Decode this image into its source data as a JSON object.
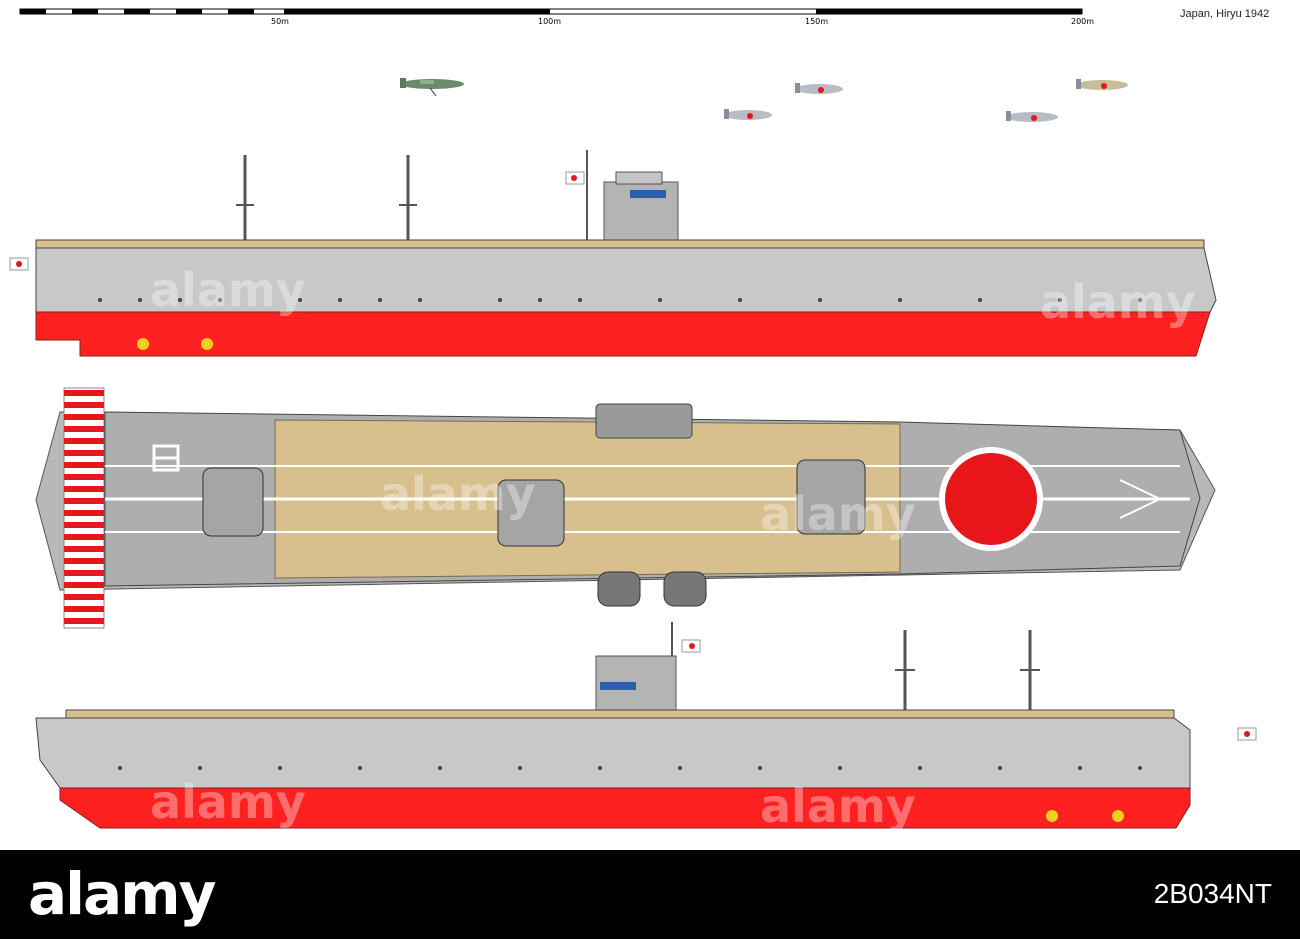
{
  "title": "Japan, Hiryu 1942",
  "scale_bar": {
    "labels": [
      "50m",
      "100m",
      "150m",
      "200m"
    ]
  },
  "colors": {
    "hull_gray": "#c8c8c8",
    "hull_red": "#ff2020",
    "deck_wood": "#d8bf8e",
    "hinomaru": "#e8161b",
    "background": "#ffffff",
    "footer": "#000000"
  },
  "watermark_text": "alamy",
  "footer": {
    "brand": "alamy",
    "image_id": "2B034NT"
  }
}
